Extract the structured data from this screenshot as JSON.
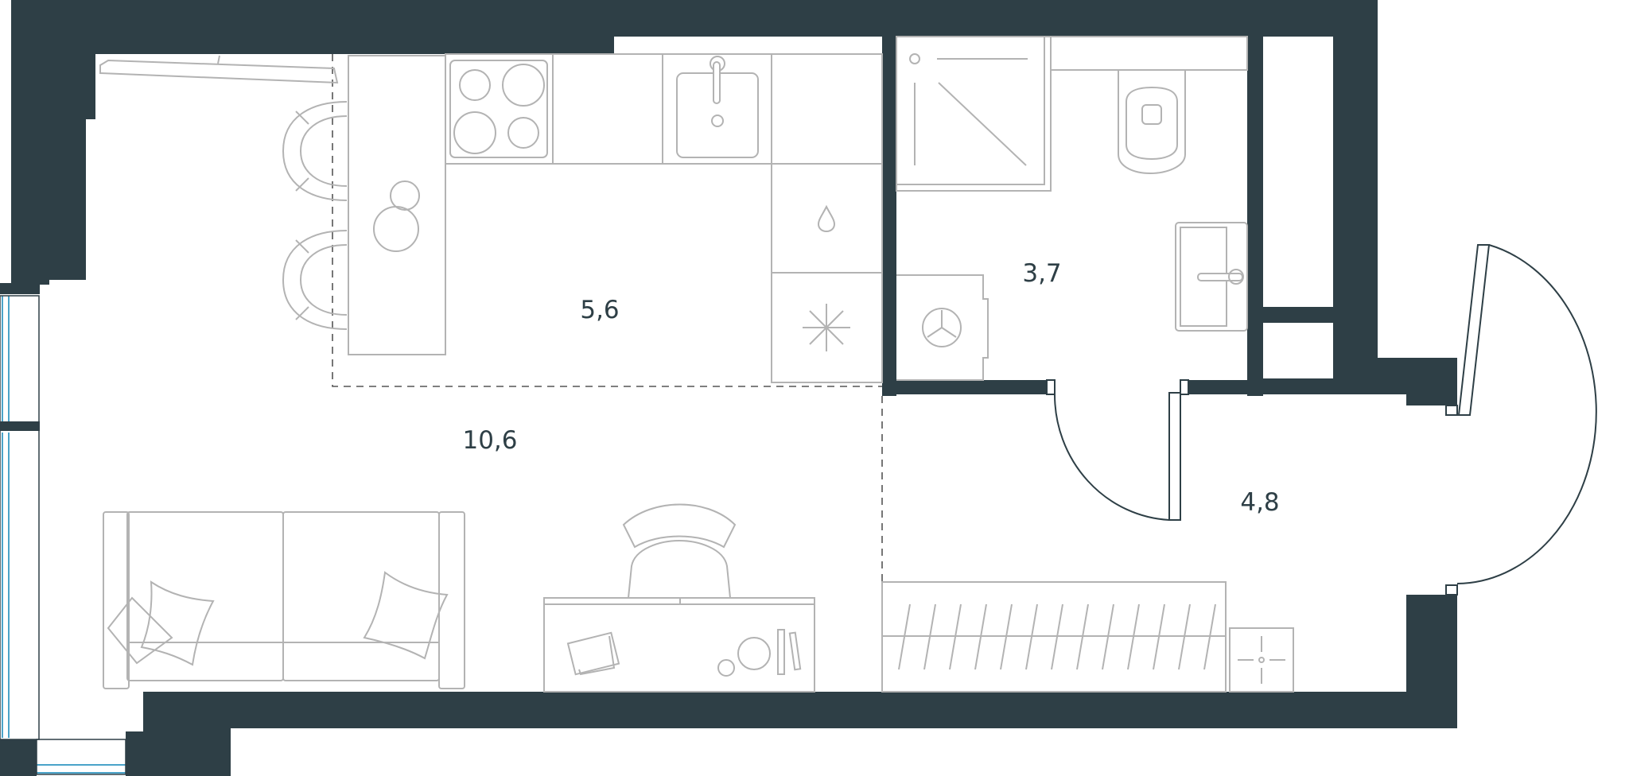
{
  "plan": {
    "rooms": [
      {
        "id": "kitchen",
        "area": "5,6"
      },
      {
        "id": "living",
        "area": "10,6"
      },
      {
        "id": "bathroom",
        "area": "3,7"
      },
      {
        "id": "hallway",
        "area": "4,8"
      }
    ],
    "colors": {
      "wall": "#2e3f46",
      "furniture": "#b3b3b3",
      "window": "#4aa3c9",
      "background": "#ffffff"
    }
  }
}
